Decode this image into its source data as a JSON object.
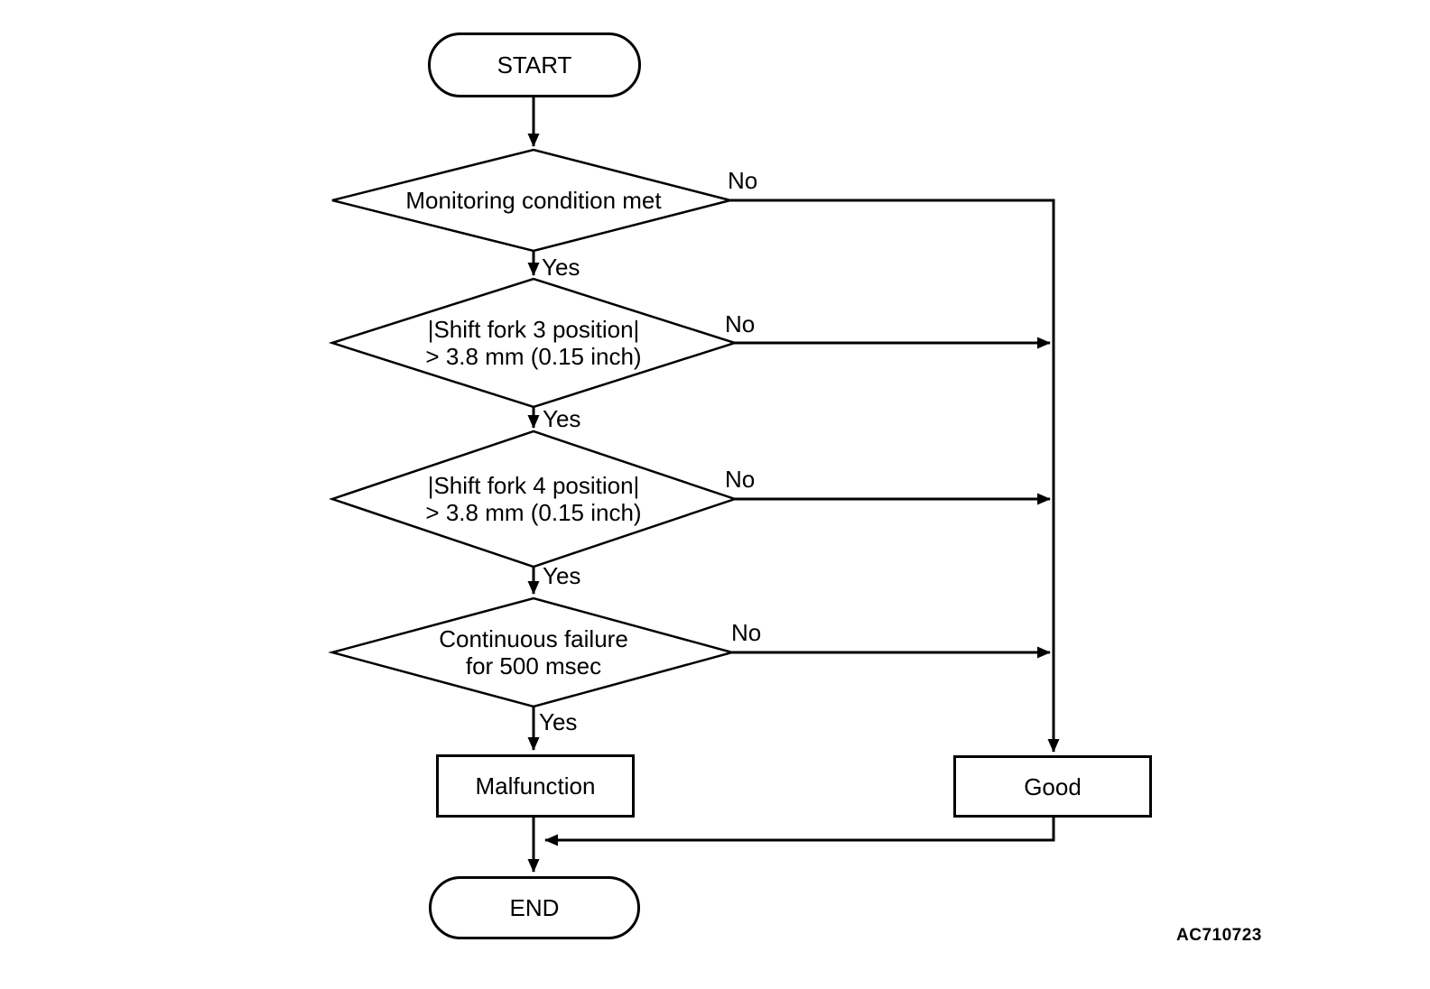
{
  "diagram": {
    "type": "flowchart",
    "colors": {
      "line": "#000000",
      "background": "#ffffff",
      "text": "#000000"
    },
    "nodes": {
      "start": {
        "label": "START",
        "shape": "terminator"
      },
      "monitoring": {
        "label": "Monitoring condition met",
        "shape": "decision"
      },
      "fork3": {
        "line1": "|Shift fork 3 position|",
        "line2": "> 3.8 mm (0.15 inch)",
        "shape": "decision"
      },
      "fork4": {
        "line1": "|Shift fork 4 position|",
        "line2": "> 3.8 mm (0.15 inch)",
        "shape": "decision"
      },
      "failure": {
        "line1": "Continuous failure",
        "line2": "for 500 msec",
        "shape": "decision"
      },
      "malfunction": {
        "label": "Malfunction",
        "shape": "process"
      },
      "good": {
        "label": "Good",
        "shape": "process"
      },
      "end": {
        "label": "END",
        "shape": "terminator"
      }
    },
    "edges": {
      "monitoring_yes": {
        "label": "Yes"
      },
      "monitoring_no": {
        "label": "No"
      },
      "fork3_yes": {
        "label": "Yes"
      },
      "fork3_no": {
        "label": "No"
      },
      "fork4_yes": {
        "label": "Yes"
      },
      "fork4_no": {
        "label": "No"
      },
      "failure_yes": {
        "label": "Yes"
      },
      "failure_no": {
        "label": "No"
      }
    },
    "watermark": "AC710723"
  }
}
